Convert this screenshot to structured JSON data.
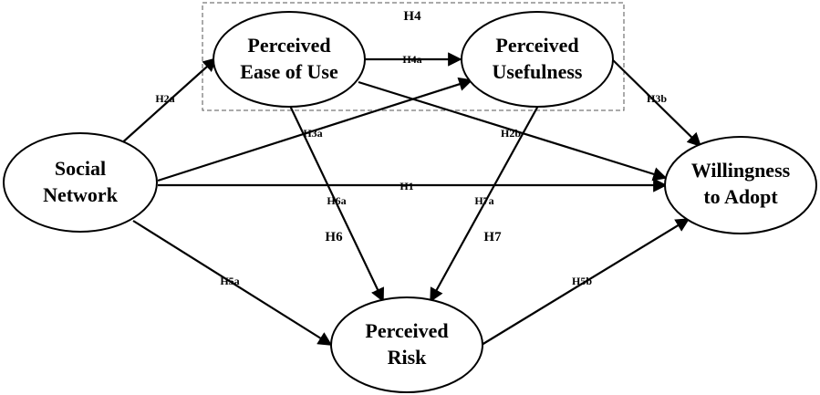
{
  "group": {
    "label": "H4"
  },
  "nodes": {
    "peou": {
      "line1": "Perceived",
      "line2": "Ease of Use"
    },
    "pu": {
      "line1": "Perceived",
      "line2": "Usefulness"
    },
    "sn": {
      "line1": "Social",
      "line2": "Network"
    },
    "wta": {
      "line1": "Willingness",
      "line2": "to Adopt"
    },
    "pr": {
      "line1": "Perceived",
      "line2": "Risk"
    }
  },
  "edges": {
    "h2a": "H2a",
    "h4a": "H4a",
    "h3b": "H3b",
    "h3a": "H3a",
    "h2b": "H2b",
    "h1": "H1",
    "h6a": "H6a",
    "h7a": "H7a",
    "h5a": "H5a",
    "h5b": "H5b"
  },
  "hypotheses": {
    "h6": "H6",
    "h7": "H7"
  }
}
